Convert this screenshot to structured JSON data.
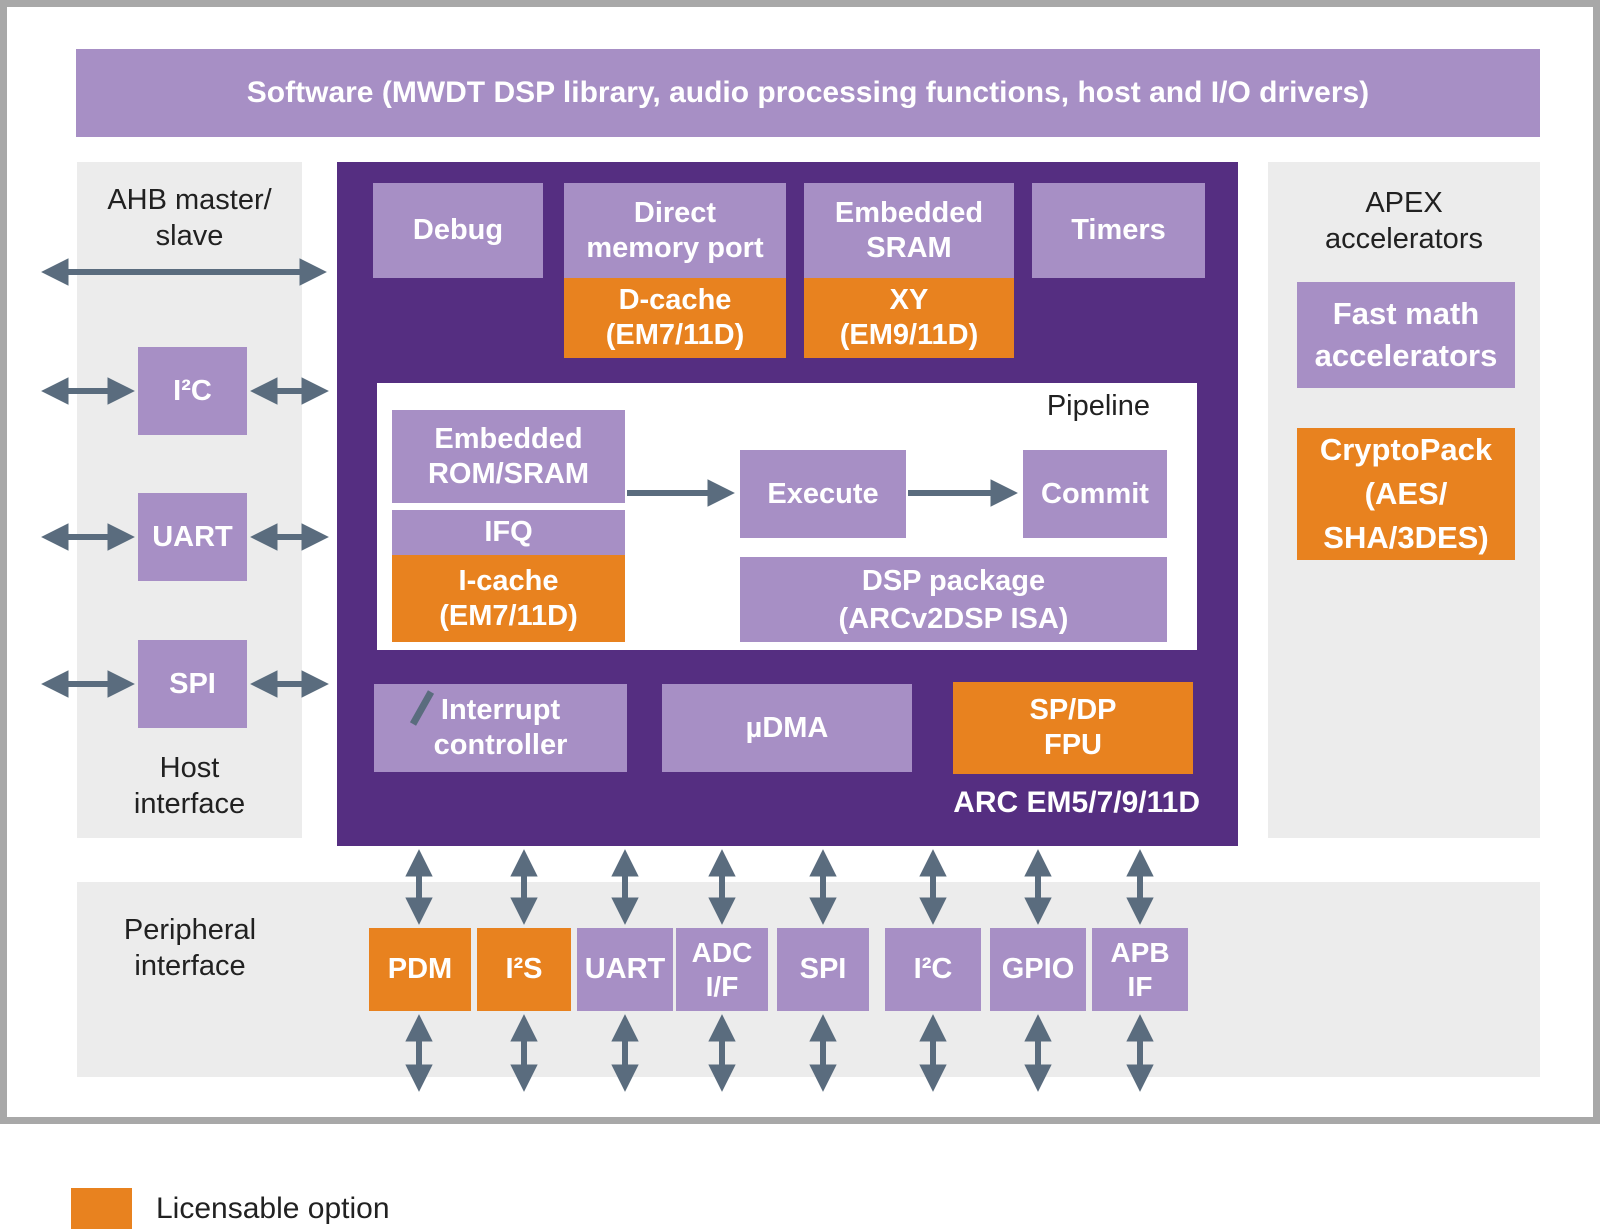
{
  "banner": {
    "label": "Software (MWDT DSP library, audio processing functions, host and I/O drivers)"
  },
  "host_panel": {
    "top_label": "AHB master/\nslave",
    "bottom_label": "Host\ninterface",
    "blocks": [
      {
        "label": "I²C"
      },
      {
        "label": "UART"
      },
      {
        "label": "SPI"
      }
    ]
  },
  "core": {
    "label": "ARC EM5/7/9/11D",
    "top_blocks": {
      "debug": "Debug",
      "dmp": "Direct\nmemory port",
      "dcache": "D-cache\n(EM7/11D)",
      "esram": "Embedded\nSRAM",
      "xy": "XY\n(EM9/11D)",
      "timers": "Timers"
    },
    "pipeline": {
      "title": "Pipeline",
      "rom": "Embedded\nROM/SRAM",
      "ifq": "IFQ",
      "icache": "I-cache\n(EM7/11D)",
      "execute": "Execute",
      "commit": "Commit",
      "dsp": "DSP package\n(ARCv2DSP ISA)"
    },
    "bottom_blocks": {
      "interrupt": "Interrupt\ncontroller",
      "udma": "µDMA",
      "fpu": "SP/DP\nFPU"
    }
  },
  "apex_panel": {
    "title": "APEX\naccelerators",
    "fast_math": "Fast math\naccelerators",
    "cryptopack": "CryptoPack\n(AES/\nSHA/3DES)"
  },
  "peripheral_panel": {
    "title": "Peripheral\ninterface",
    "blocks": [
      {
        "label": "PDM",
        "licensable": true
      },
      {
        "label": "I²S",
        "licensable": true
      },
      {
        "label": "UART",
        "licensable": false
      },
      {
        "label": "ADC\nI/F",
        "licensable": false
      },
      {
        "label": "SPI",
        "licensable": false
      },
      {
        "label": "I²C",
        "licensable": false
      },
      {
        "label": "GPIO",
        "licensable": false
      },
      {
        "label": "APB\nIF",
        "licensable": false
      }
    ]
  },
  "legend": {
    "label": "Licensable option"
  },
  "colors": {
    "core_purple": "#552e81",
    "light_purple": "#a78fc5",
    "orange": "#e8821f",
    "panel_gray": "#ececec",
    "arrow_gray": "#5a6c7e",
    "border_gray": "#a8a8a8"
  }
}
